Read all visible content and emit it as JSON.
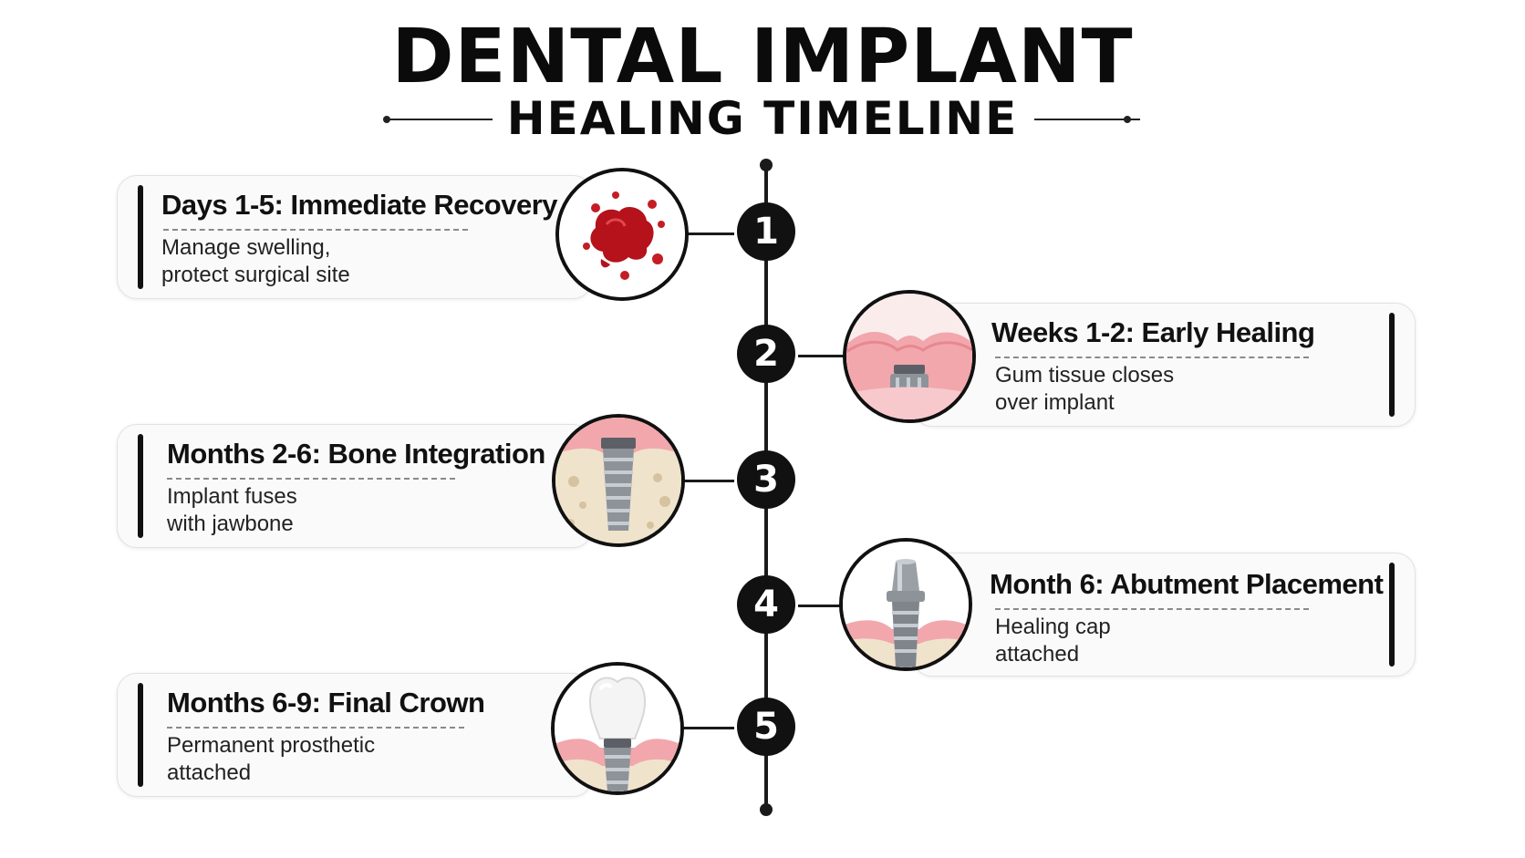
{
  "header": {
    "title": "DENTAL IMPLANT",
    "subtitle": "HEALING TIMELINE"
  },
  "colors": {
    "ink": "#111111",
    "blood": "#b5121b",
    "gum": "#f2a7ad",
    "bone": "#efe3cc",
    "metal": "#8e9399"
  },
  "stages": [
    {
      "number": "1",
      "title": "Days 1-5: Immediate Recovery",
      "line1": "Manage swelling,",
      "line2": "protect surgical site",
      "icon": "blood-drop-icon"
    },
    {
      "number": "2",
      "title": "Weeks 1-2: Early Healing",
      "line1": "Gum tissue closes",
      "line2": "over implant",
      "icon": "gum-healing-icon"
    },
    {
      "number": "3",
      "title": "Months 2-6: Bone Integration",
      "line1": "Implant fuses",
      "line2": "with jawbone",
      "icon": "bone-implant-icon"
    },
    {
      "number": "4",
      "title": "Month 6: Abutment Placement",
      "line1": "Healing cap",
      "line2": "attached",
      "icon": "abutment-icon"
    },
    {
      "number": "5",
      "title": "Months 6-9: Final Crown",
      "line1": "Permanent prosthetic",
      "line2": "attached",
      "icon": "crown-tooth-icon"
    }
  ]
}
